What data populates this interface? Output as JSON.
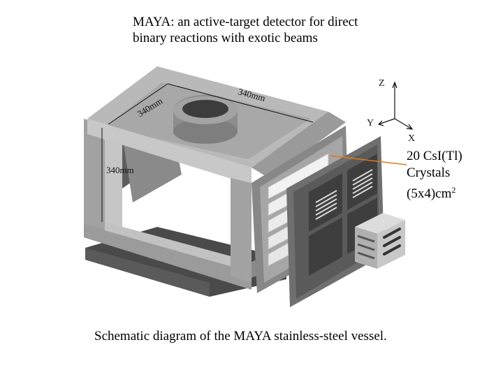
{
  "title": {
    "line1": "MAYA: an active-target detector for direct",
    "line2": "binary reactions with exotic beams"
  },
  "dimensions": {
    "top_front": "340mm",
    "top_side": "340mm",
    "height": "340mm"
  },
  "axes": {
    "z": "Z",
    "y": "Y",
    "x": "X"
  },
  "crystal_label": {
    "line1": "20 CsI(Tl)",
    "line2": "Crystals",
    "line3": "(5x4)cm",
    "line3_sup": "2"
  },
  "caption": "Schematic diagram of the MAYA stainless-steel vessel.",
  "colors": {
    "frame_light": "#b9b9b9",
    "frame_mid": "#a0a0a0",
    "frame_dark": "#6f6f6f",
    "floor_dark": "#4a4a4a",
    "pointer": "#e07a1e"
  }
}
